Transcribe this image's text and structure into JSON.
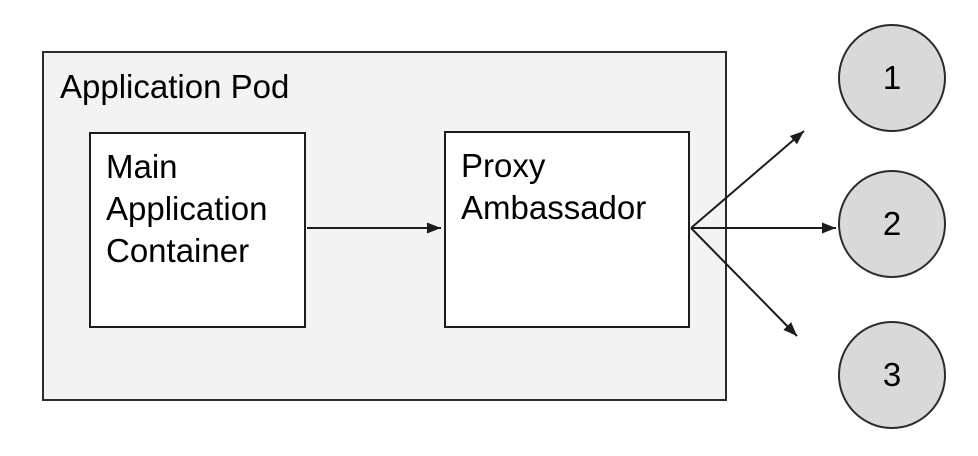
{
  "diagram": {
    "pod": {
      "label": "Application Pod"
    },
    "containers": [
      {
        "id": "main-application-container",
        "label": "Main Application Container"
      },
      {
        "id": "proxy-ambassador",
        "label": "Proxy Ambassador"
      }
    ],
    "nodes": [
      {
        "label": "1"
      },
      {
        "label": "2"
      },
      {
        "label": "3"
      }
    ],
    "connections": [
      {
        "from": "Main Application Container",
        "to": "Proxy Ambassador"
      },
      {
        "from": "Proxy Ambassador",
        "to": "1"
      },
      {
        "from": "Proxy Ambassador",
        "to": "2"
      },
      {
        "from": "Proxy Ambassador",
        "to": "3"
      }
    ],
    "colors": {
      "pod_fill": "#f3f3f3",
      "container_fill": "#ffffff",
      "node_fill": "#d9d9d9",
      "stroke": "#2b2b2b",
      "arrow": "#1c1c1c",
      "text": "#000000"
    }
  }
}
